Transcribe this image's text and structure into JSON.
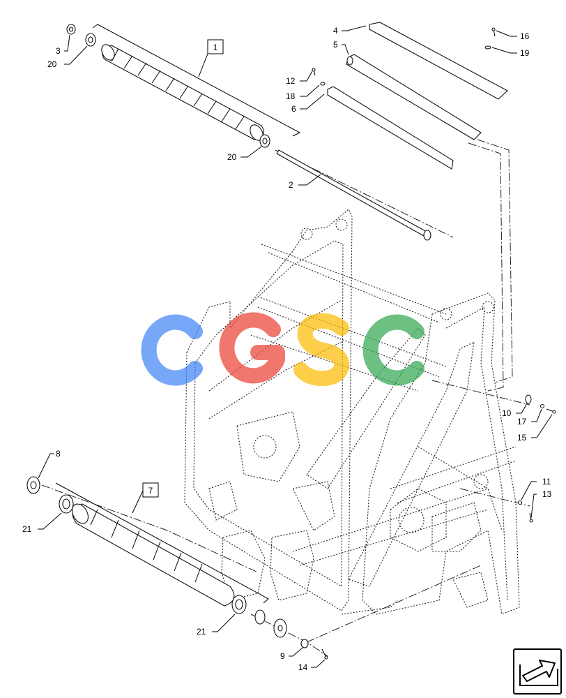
{
  "watermark": {
    "letters": [
      "C",
      "G",
      "S",
      "C"
    ],
    "colors": [
      "#4285F4",
      "#EA4335",
      "#FBBC05",
      "#34A853"
    ]
  },
  "callouts": {
    "c1": "1",
    "c2": "2",
    "c3": "3",
    "c4": "4",
    "c5": "5",
    "c6": "6",
    "c7": "7",
    "c8": "8",
    "c9": "9",
    "c10": "10",
    "c11": "11",
    "c12": "12",
    "c13": "13",
    "c14": "14",
    "c15": "15",
    "c16": "16",
    "c17": "17",
    "c18": "18",
    "c19": "19",
    "c20a": "20",
    "c20b": "20",
    "c21a": "21",
    "c21b": "21"
  },
  "nav_icon": "next-page-arrow-icon"
}
